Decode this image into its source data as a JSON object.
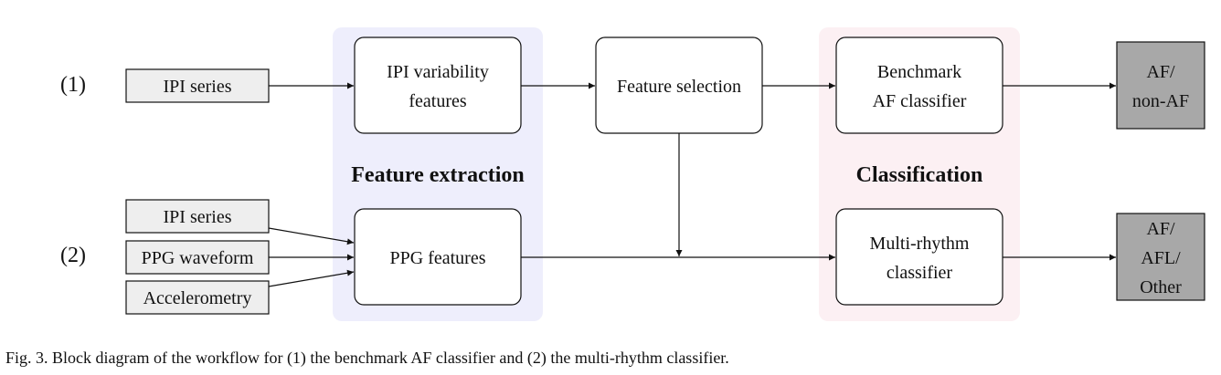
{
  "colors": {
    "feature_region": "#eeeefc",
    "classification_region": "#fcf0f3",
    "input_box_fill": "#eeeeee",
    "output_box_fill": "#a8a8a8",
    "stroke": "#111111"
  },
  "rows": {
    "row1_label": "(1)",
    "row2_label": "(2)"
  },
  "regions": {
    "feature_extraction": "Feature extraction",
    "classification": "Classification"
  },
  "inputs": {
    "row1_ipi": "IPI series",
    "row2_ipi": "IPI series",
    "row2_ppg": "PPG waveform",
    "row2_acc": "Accelerometry"
  },
  "blocks": {
    "ipi_variability": [
      "IPI variability",
      "features"
    ],
    "ppg_features": "PPG features",
    "feature_selection": "Feature selection",
    "benchmark_classifier": [
      "Benchmark",
      "AF classifier"
    ],
    "multi_rhythm_classifier": [
      "Multi-rhythm",
      "classifier"
    ]
  },
  "outputs": {
    "row1": [
      "AF/",
      "non-AF"
    ],
    "row2": [
      "AF/",
      "AFL/",
      "Other"
    ]
  },
  "caption": "Fig. 3.  Block diagram of the workflow for (1) the benchmark AF classifier and (2) the multi-rhythm classifier."
}
